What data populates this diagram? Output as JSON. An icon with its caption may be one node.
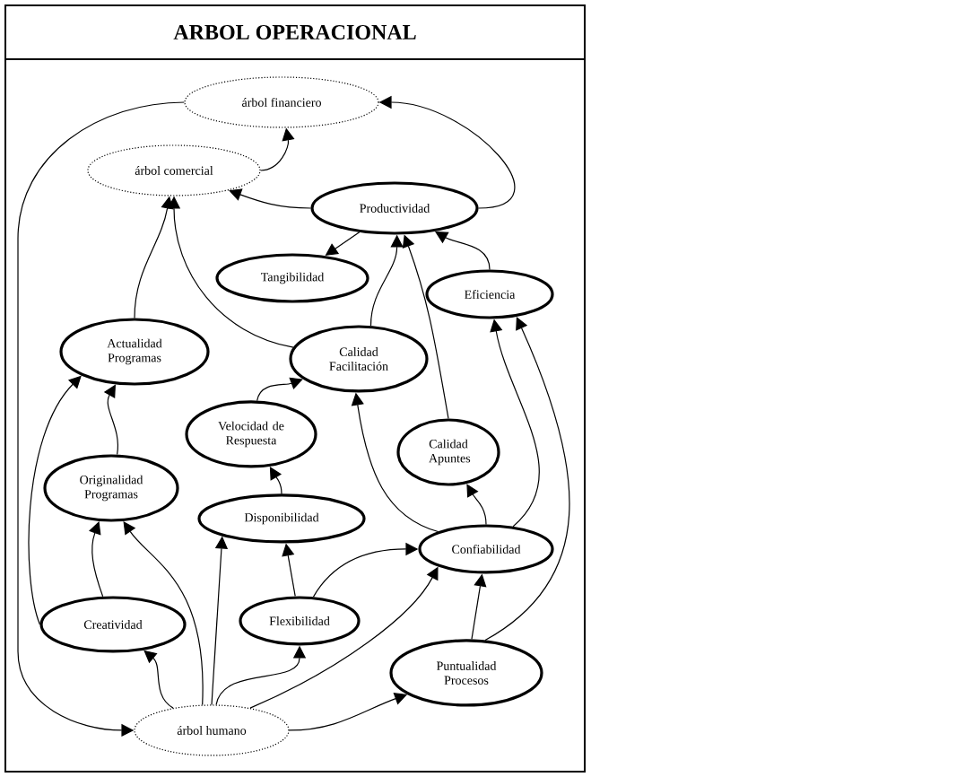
{
  "diagram": {
    "title": "ARBOL OPERACIONAL",
    "nodes": [
      {
        "text": [
          "árbol financiero"
        ]
      },
      {
        "text": [
          "árbol comercial"
        ]
      },
      {
        "text": [
          "Productividad"
        ]
      },
      {
        "text": [
          "Tangibilidad"
        ]
      },
      {
        "text": [
          "Eficiencia"
        ]
      },
      {
        "text": [
          "Actualidad Programas"
        ]
      },
      {
        "text": [
          "Calidad Facilitación"
        ]
      },
      {
        "text": [
          "Velocidad de Respuesta"
        ]
      },
      {
        "text": [
          "Calidad Apuntes"
        ]
      },
      {
        "text": [
          "Originalidad Programas"
        ]
      },
      {
        "text": [
          "Disponibilidad"
        ]
      },
      {
        "text": [
          "Confiabilidad"
        ]
      },
      {
        "text": [
          "Creatividad"
        ]
      },
      {
        "text": [
          "Flexibilidad"
        ]
      },
      {
        "text": [
          "Puntualidad Procesos"
        ]
      },
      {
        "text": [
          "árbol humano"
        ]
      }
    ],
    "edges": [
      {
        "from": 2,
        "to": 0,
        "arrow": "to"
      },
      {
        "from": 2,
        "to": 1,
        "arrow": "to"
      },
      {
        "from": 2,
        "to": 3,
        "arrow": "to"
      },
      {
        "from": 1,
        "to": 0,
        "arrow": "to"
      },
      {
        "from": 4,
        "to": 2,
        "arrow": "to"
      },
      {
        "from": 6,
        "to": 2,
        "arrow": "to"
      },
      {
        "from": 8,
        "to": 2,
        "arrow": "to"
      },
      {
        "from": 5,
        "to": 1,
        "arrow": "to"
      },
      {
        "from": 6,
        "to": 1,
        "arrow": "to"
      },
      {
        "from": 0,
        "to": 15,
        "arrow": "to"
      },
      {
        "from": 12,
        "to": 5,
        "arrow": "to"
      },
      {
        "from": 9,
        "to": 5,
        "arrow": "to"
      },
      {
        "from": 12,
        "to": 9,
        "arrow": "to"
      },
      {
        "from": 15,
        "to": 12,
        "arrow": "to"
      },
      {
        "from": 15,
        "to": 9,
        "arrow": "to"
      },
      {
        "from": 15,
        "to": 10,
        "arrow": "to"
      },
      {
        "from": 15,
        "to": 13,
        "arrow": "to"
      },
      {
        "from": 15,
        "to": 11,
        "arrow": "to"
      },
      {
        "from": 15,
        "to": 14,
        "arrow": "to"
      },
      {
        "from": 13,
        "to": 10,
        "arrow": "to"
      },
      {
        "from": 13,
        "to": 11,
        "arrow": "to"
      },
      {
        "from": 10,
        "to": 7,
        "arrow": "to"
      },
      {
        "from": 7,
        "to": 6,
        "arrow": "to"
      },
      {
        "from": 11,
        "to": 6,
        "arrow": "to"
      },
      {
        "from": 11,
        "to": 8,
        "arrow": "to"
      },
      {
        "from": 14,
        "to": 11,
        "arrow": "to"
      },
      {
        "from": 11,
        "to": 4,
        "arrow": "to"
      },
      {
        "from": 14,
        "to": 4,
        "arrow": "to"
      }
    ]
  }
}
